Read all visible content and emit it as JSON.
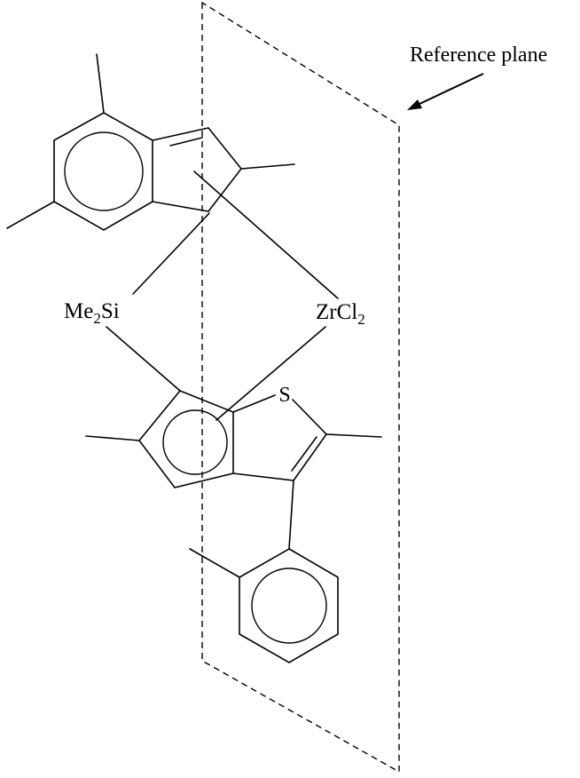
{
  "reference_plane": {
    "label": "Reference plane"
  },
  "structure": {
    "silyl_bridge": {
      "prefix": "Me",
      "subscript": "2",
      "suffix": "Si"
    },
    "metal_fragment": {
      "prefix": "ZrCl",
      "subscript": "2"
    },
    "heteroatom": "S"
  },
  "colors": {
    "ink": "#000000",
    "paper": "#ffffff"
  }
}
